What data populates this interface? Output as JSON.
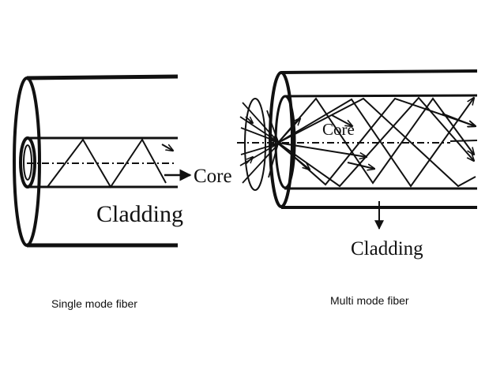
{
  "single": {
    "core_label": "Core",
    "cladding_label": "Cladding",
    "caption": "Single mode fiber"
  },
  "multi": {
    "core_label": "Core",
    "cladding_label": "Cladding",
    "caption": "Multi mode fiber"
  },
  "colors": {
    "ink": "#111111",
    "background": "#ffffff"
  }
}
